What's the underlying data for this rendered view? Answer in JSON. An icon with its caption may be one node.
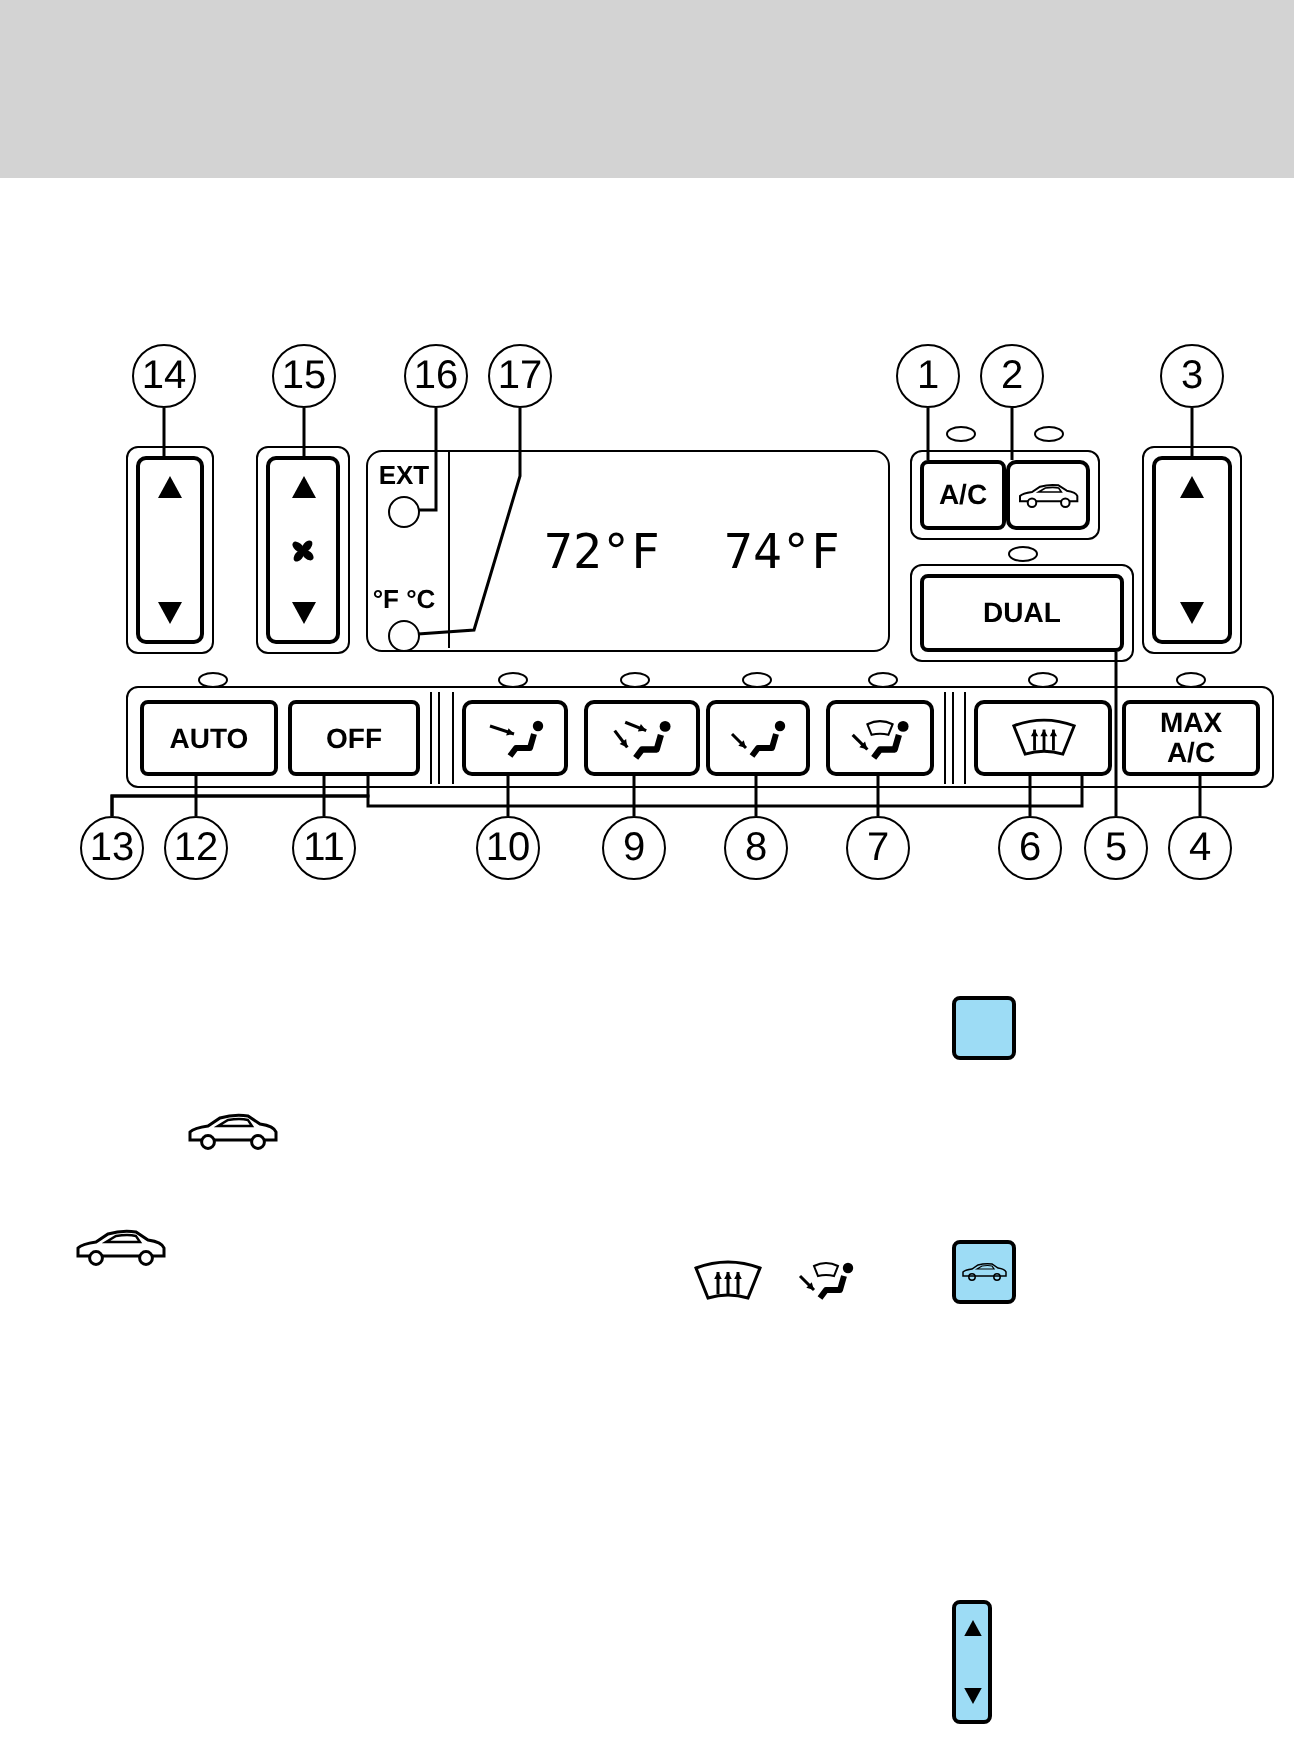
{
  "diagram": {
    "nodes": [
      {
        "text": [
          "14"
        ]
      },
      {
        "text": [
          "15"
        ]
      },
      {
        "text": [
          "16"
        ]
      },
      {
        "text": [
          "17"
        ]
      },
      {
        "text": [
          "1"
        ]
      },
      {
        "text": [
          "2"
        ]
      },
      {
        "text": [
          "3"
        ]
      },
      {
        "text": [],
        "shape": "box"
      },
      {
        "text": [],
        "shape": "box"
      },
      {
        "text": [
          "72°F",
          "74°F"
        ]
      },
      {
        "text": [
          "EXT"
        ],
        "in": 9
      },
      {
        "text": [
          "°F °C"
        ],
        "in": 9
      },
      {
        "text": [
          "A/C"
        ]
      },
      {
        "text": [],
        "shape": "box"
      },
      {
        "text": [],
        "shape": "box"
      },
      {
        "text": [
          "DUAL"
        ]
      },
      {
        "text": [
          "AUTO"
        ]
      },
      {
        "text": [
          "OFF"
        ]
      },
      {
        "text": [],
        "shape": "box"
      },
      {
        "text": [],
        "shape": "box"
      },
      {
        "text": [],
        "shape": "box"
      },
      {
        "text": [],
        "shape": "box"
      },
      {
        "text": [],
        "shape": "box"
      },
      {
        "text": [
          "MAX A/C"
        ]
      },
      {
        "text": [
          "13"
        ]
      },
      {
        "text": [
          "12"
        ]
      },
      {
        "text": [
          "11"
        ]
      },
      {
        "text": [
          "10"
        ]
      },
      {
        "text": [
          "9"
        ]
      },
      {
        "text": [
          "8"
        ]
      },
      {
        "text": [
          "7"
        ]
      },
      {
        "text": [
          "6"
        ]
      },
      {
        "text": [
          "5"
        ]
      },
      {
        "text": [
          "4"
        ]
      }
    ],
    "edges": [
      {
        "from": 0,
        "to": 7,
        "arrow": "none"
      },
      {
        "from": 1,
        "to": 8,
        "arrow": "none"
      },
      {
        "from": 2,
        "to": 10,
        "arrow": "none"
      },
      {
        "from": 3,
        "to": 11,
        "arrow": "none"
      },
      {
        "from": 4,
        "to": 12,
        "arrow": "none"
      },
      {
        "from": 5,
        "to": 13,
        "arrow": "none"
      },
      {
        "from": 6,
        "to": 14,
        "arrow": "none"
      },
      {
        "from": 24,
        "to": 17,
        "arrow": "none"
      },
      {
        "from": 24,
        "to": 22,
        "arrow": "none"
      },
      {
        "from": 25,
        "to": 16,
        "arrow": "none"
      },
      {
        "from": 26,
        "to": 17,
        "arrow": "none"
      },
      {
        "from": 27,
        "to": 18,
        "arrow": "none"
      },
      {
        "from": 28,
        "to": 19,
        "arrow": "none"
      },
      {
        "from": 29,
        "to": 20,
        "arrow": "none"
      },
      {
        "from": 30,
        "to": 21,
        "arrow": "none"
      },
      {
        "from": 31,
        "to": 22,
        "arrow": "none"
      },
      {
        "from": 32,
        "to": 15,
        "arrow": "none"
      },
      {
        "from": 33,
        "to": 23,
        "arrow": "none"
      }
    ]
  }
}
